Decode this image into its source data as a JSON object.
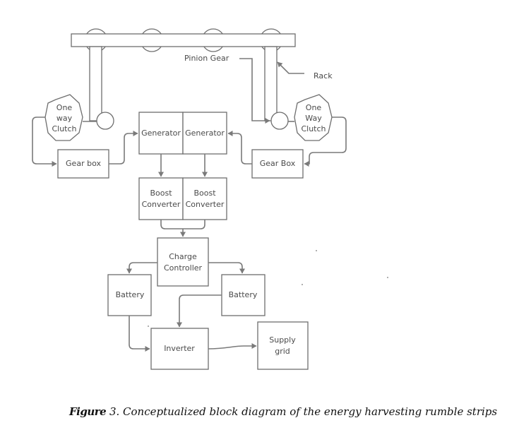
{
  "diagram": {
    "labels": {
      "pinion_gear": "Pinion Gear",
      "rack": "Rack",
      "clutch_left": [
        "One",
        "way",
        "Clutch"
      ],
      "clutch_right": [
        "One",
        "Way",
        "Clutch"
      ],
      "gearbox_left": "Gear box",
      "gearbox_right": "Gear Box",
      "generator_left": "Generator",
      "generator_right": "Generator",
      "boost_left": [
        "Boost",
        "Converter"
      ],
      "boost_right": [
        "Boost",
        "Converter"
      ],
      "charge_controller": [
        "Charge",
        "Controller"
      ],
      "battery_left": "Battery",
      "battery_right": "Battery",
      "inverter": "Inverter",
      "supply_grid": [
        "Supply",
        "grid"
      ]
    }
  },
  "caption": {
    "prefix": "Figure",
    "text": " 3. Conceptualized block diagram of the energy harvesting rumble strips"
  }
}
